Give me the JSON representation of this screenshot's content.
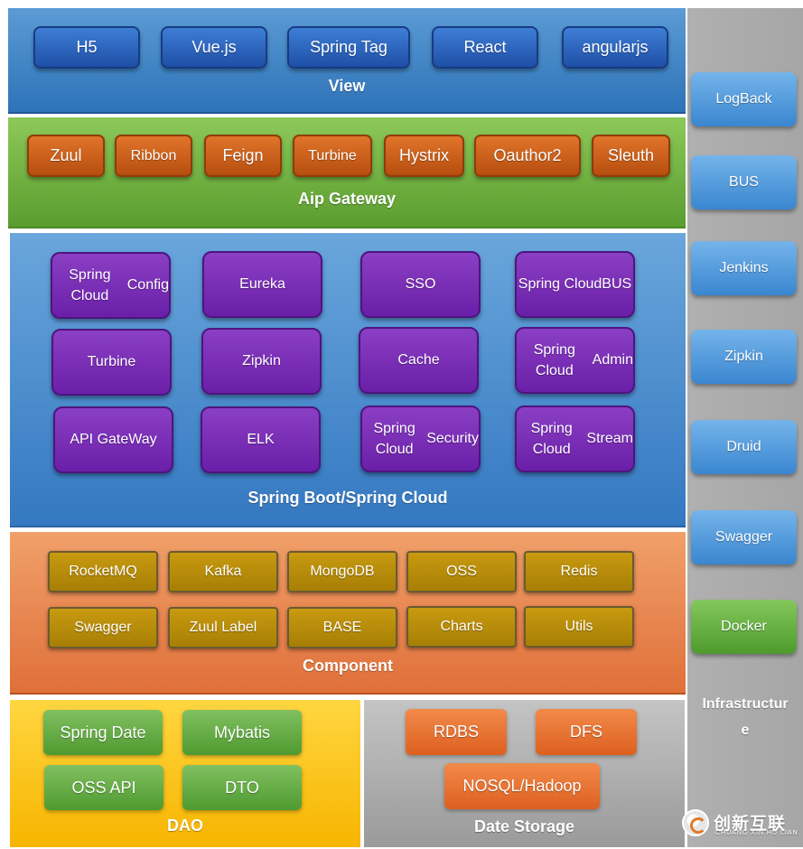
{
  "view": {
    "title": "View",
    "items": [
      "H5",
      "Vue.js",
      "Spring Tag",
      "React",
      "angularjs"
    ]
  },
  "gateway": {
    "title": "Aip Gateway",
    "items": [
      "Zuul",
      "Ribbon",
      "Feign",
      "Turbine",
      "Hystrix",
      "Oauthor2",
      "Sleuth"
    ]
  },
  "cloud": {
    "title": "Spring Boot/Spring Cloud",
    "items": [
      [
        "Spring Cloud",
        "Config"
      ],
      [
        "Eureka"
      ],
      [
        "SSO"
      ],
      [
        "Spring Cloud",
        "BUS"
      ],
      [
        "Turbine"
      ],
      [
        "Zipkin"
      ],
      [
        "Cache"
      ],
      [
        "Spring Cloud",
        "Admin"
      ],
      [
        "API GateWay"
      ],
      [
        "ELK"
      ],
      [
        "Spring Cloud",
        "Security"
      ],
      [
        "Spring Cloud",
        "Stream"
      ]
    ]
  },
  "component": {
    "title": "Component",
    "items": [
      "RocketMQ",
      "Kafka",
      "MongoDB",
      "OSS",
      "Redis",
      "Swagger",
      "Zuul Label",
      "BASE",
      "Charts",
      "Utils"
    ]
  },
  "dao": {
    "title": "DAO",
    "items": [
      "Spring Date",
      "Mybatis",
      "OSS API",
      "DTO"
    ]
  },
  "storage": {
    "title": "Date Storage",
    "items": [
      "RDBS",
      "DFS",
      "NOSQL/Hadoop"
    ]
  },
  "infrastructure": {
    "title": [
      "Infrastructur",
      "e"
    ],
    "items": [
      "LogBack",
      "BUS",
      "Jenkins",
      "Zipkin",
      "Druid",
      "Swagger",
      "Docker"
    ]
  },
  "watermark": {
    "name": "创新互联",
    "subtitle": "CHUANG XIN HU LIAN"
  },
  "colors": {
    "view": "#2e73b8",
    "gateway": "#5a9d2e",
    "cloud": "#3478c1",
    "component": "#e0703a",
    "dao": "#f7b500",
    "storage": "#9a9a9a",
    "infrastructure": "#a6a6a6"
  }
}
